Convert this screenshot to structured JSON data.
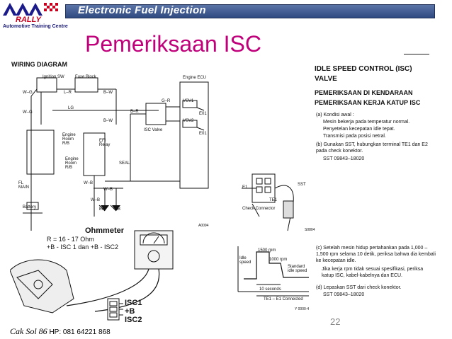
{
  "header": {
    "title": "Electronic Fuel Injection",
    "logo_top": "RALLY",
    "logo_bottom": "Automotive Training Centre"
  },
  "slide_title": "Pemeriksaan ISC",
  "wiring": {
    "title": "WIRING DIAGRAM",
    "labels": {
      "ignition": "Ignition SW",
      "fuse": "Fuse Block",
      "engine_ecu": "Engine ECU",
      "wg1": "W–G",
      "wg2": "W–G",
      "lr": "L–R",
      "bw1": "B–W",
      "bw2": "B–W",
      "lg": "LG",
      "gr": "G–R",
      "br": "B–R",
      "vsv1": "VSV1",
      "vsv2": "VSV2",
      "e01a": "E01",
      "e01b": "E01",
      "isc_valve": "ISC Valve",
      "room1": "Engine Room R/B",
      "room2": "Engine Room R/B",
      "efi": "EFI Relay",
      "fl": "FL MAIN",
      "battery": "Battery",
      "wb1": "W–B",
      "wb2": "W–B",
      "wb3": "W–B",
      "ea": "EA",
      "eb": "EB",
      "seal": "SEAL",
      "code": "A0094"
    }
  },
  "ohm": {
    "title": "Ohmmeter",
    "r": "R = 16 - 17 Ohm",
    "line": "+B - ISC 1 dan +B - ISC2",
    "isc1": "ISC1",
    "b": "+B",
    "isc2": "ISC2"
  },
  "right": {
    "h1": "IDLE SPEED CONTROL (ISC)",
    "h2": "VALVE",
    "h3": "PEMERIKSAAN DI KENDARAAN",
    "h4": "PEMERIKSAAN KERJA KATUP ISC",
    "a": "(a) Kondisi awal :",
    "b1": "Mesin bekerja pada temperatur normal.",
    "b2": "Penyetelan kecepatan idle tepat.",
    "b3": "Transmisi pada posisi netral.",
    "bstep": "(b) Gunakan SST, hubungkan terminal TE1 dan E2 pada check konektor.",
    "sst": "SST 09843–18020",
    "cc_e1": "E1",
    "cc_te1": "TE1",
    "cc_sst": "SST",
    "cc_label": "Check Connector",
    "cc_code": "S0804",
    "c": "(c) Setelah mesin hidup pertahankan pada 1,000 – 1,500 rpm selama 10 detik, periksa bahwa dia kembali ke kecepatan idle.",
    "c2": "Jika kerja rpm tidak sesuai spesifikasi, periksa katup ISC, kabel-kabelnya dan ECU.",
    "d": "(d) Lepaskan SST dari check konektor.",
    "d2": "SST 09843–18020",
    "g_idle": "Idle speed",
    "g_1500": "1500 rpm",
    "g_1000": "1000 rpm",
    "g_std": "Standard idle speed",
    "g_10s": "10 seconds",
    "g_conn": "TE1 – E1 Connected",
    "g_code": "Y 0000-4"
  },
  "footer": {
    "name": "Cak Sol 86",
    "hp": " HP: 081 64221 868"
  },
  "page_number": "22"
}
